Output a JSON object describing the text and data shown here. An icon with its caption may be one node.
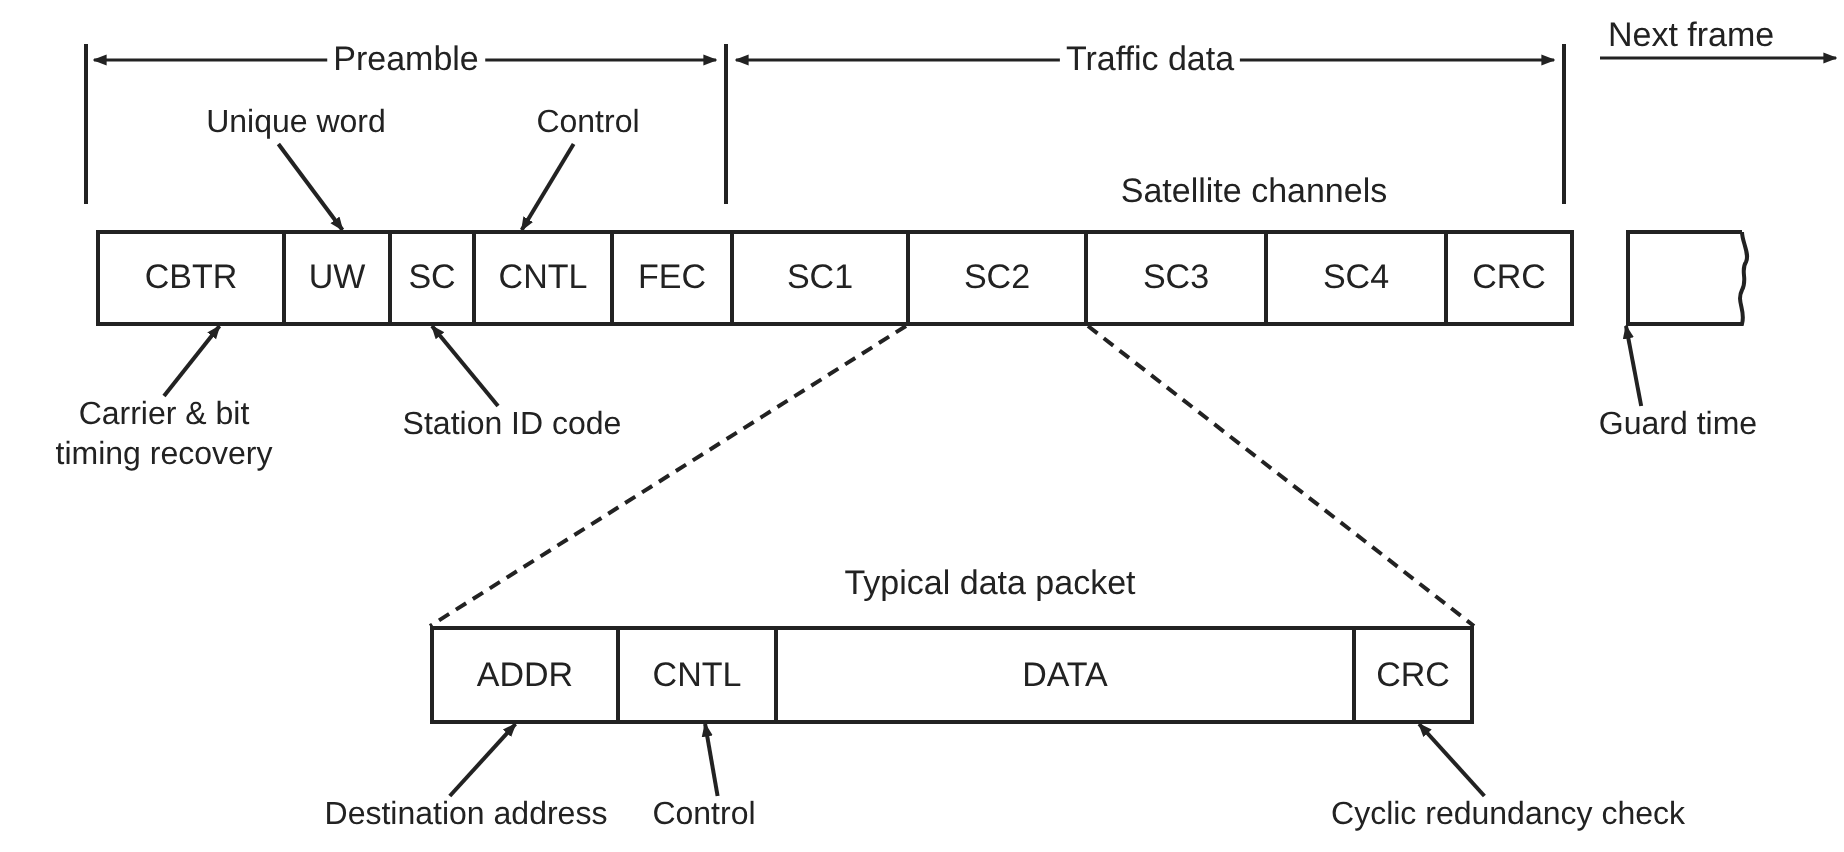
{
  "diagram": {
    "nodes": [
      {
        "text": [
          "CBTR"
        ]
      },
      {
        "text": [
          "UW"
        ]
      },
      {
        "text": [
          "SC"
        ]
      },
      {
        "text": [
          "CNTL"
        ]
      },
      {
        "text": [
          "FEC"
        ]
      },
      {
        "text": [
          "SC1"
        ]
      },
      {
        "text": [
          "SC2"
        ]
      },
      {
        "text": [
          "SC3"
        ]
      },
      {
        "text": [
          "SC4"
        ]
      },
      {
        "text": [
          "CRC"
        ]
      },
      {
        "text": [],
        "shape": "box"
      },
      {
        "text": [
          "ADDR"
        ]
      },
      {
        "text": [
          "CNTL"
        ]
      },
      {
        "text": [
          "DATA"
        ]
      },
      {
        "text": [
          "CRC"
        ]
      },
      {
        "text": [
          "Unique word"
        ]
      },
      {
        "text": [
          "Control"
        ]
      },
      {
        "text": [
          "Carrier & bit timing recovery"
        ]
      },
      {
        "text": [
          "Station ID code"
        ]
      },
      {
        "text": [
          "Guard time"
        ]
      },
      {
        "text": [
          "Destination address"
        ]
      },
      {
        "text": [
          "Control"
        ]
      },
      {
        "text": [
          "Cyclic redundancy check"
        ]
      }
    ],
    "edges": [
      {
        "from": 15,
        "to": 1,
        "arrow": "to"
      },
      {
        "from": 16,
        "to": 3,
        "arrow": "to"
      },
      {
        "from": 17,
        "to": 0,
        "arrow": "to"
      },
      {
        "from": 18,
        "to": 2,
        "arrow": "to"
      },
      {
        "from": 19,
        "to": 10,
        "arrow": "to"
      },
      {
        "from": 20,
        "to": 11,
        "arrow": "to"
      },
      {
        "from": 21,
        "to": 12,
        "arrow": "to"
      },
      {
        "from": 22,
        "to": 14,
        "arrow": "to"
      },
      {
        "from": 6,
        "to": 11,
        "arrow": "none",
        "style": "dashed"
      },
      {
        "from": 6,
        "to": 14,
        "arrow": "none",
        "style": "dashed"
      }
    ],
    "labels": [
      "Preamble",
      "Traffic data",
      "Next frame",
      "Satellite channels",
      "Typical data packet"
    ]
  }
}
